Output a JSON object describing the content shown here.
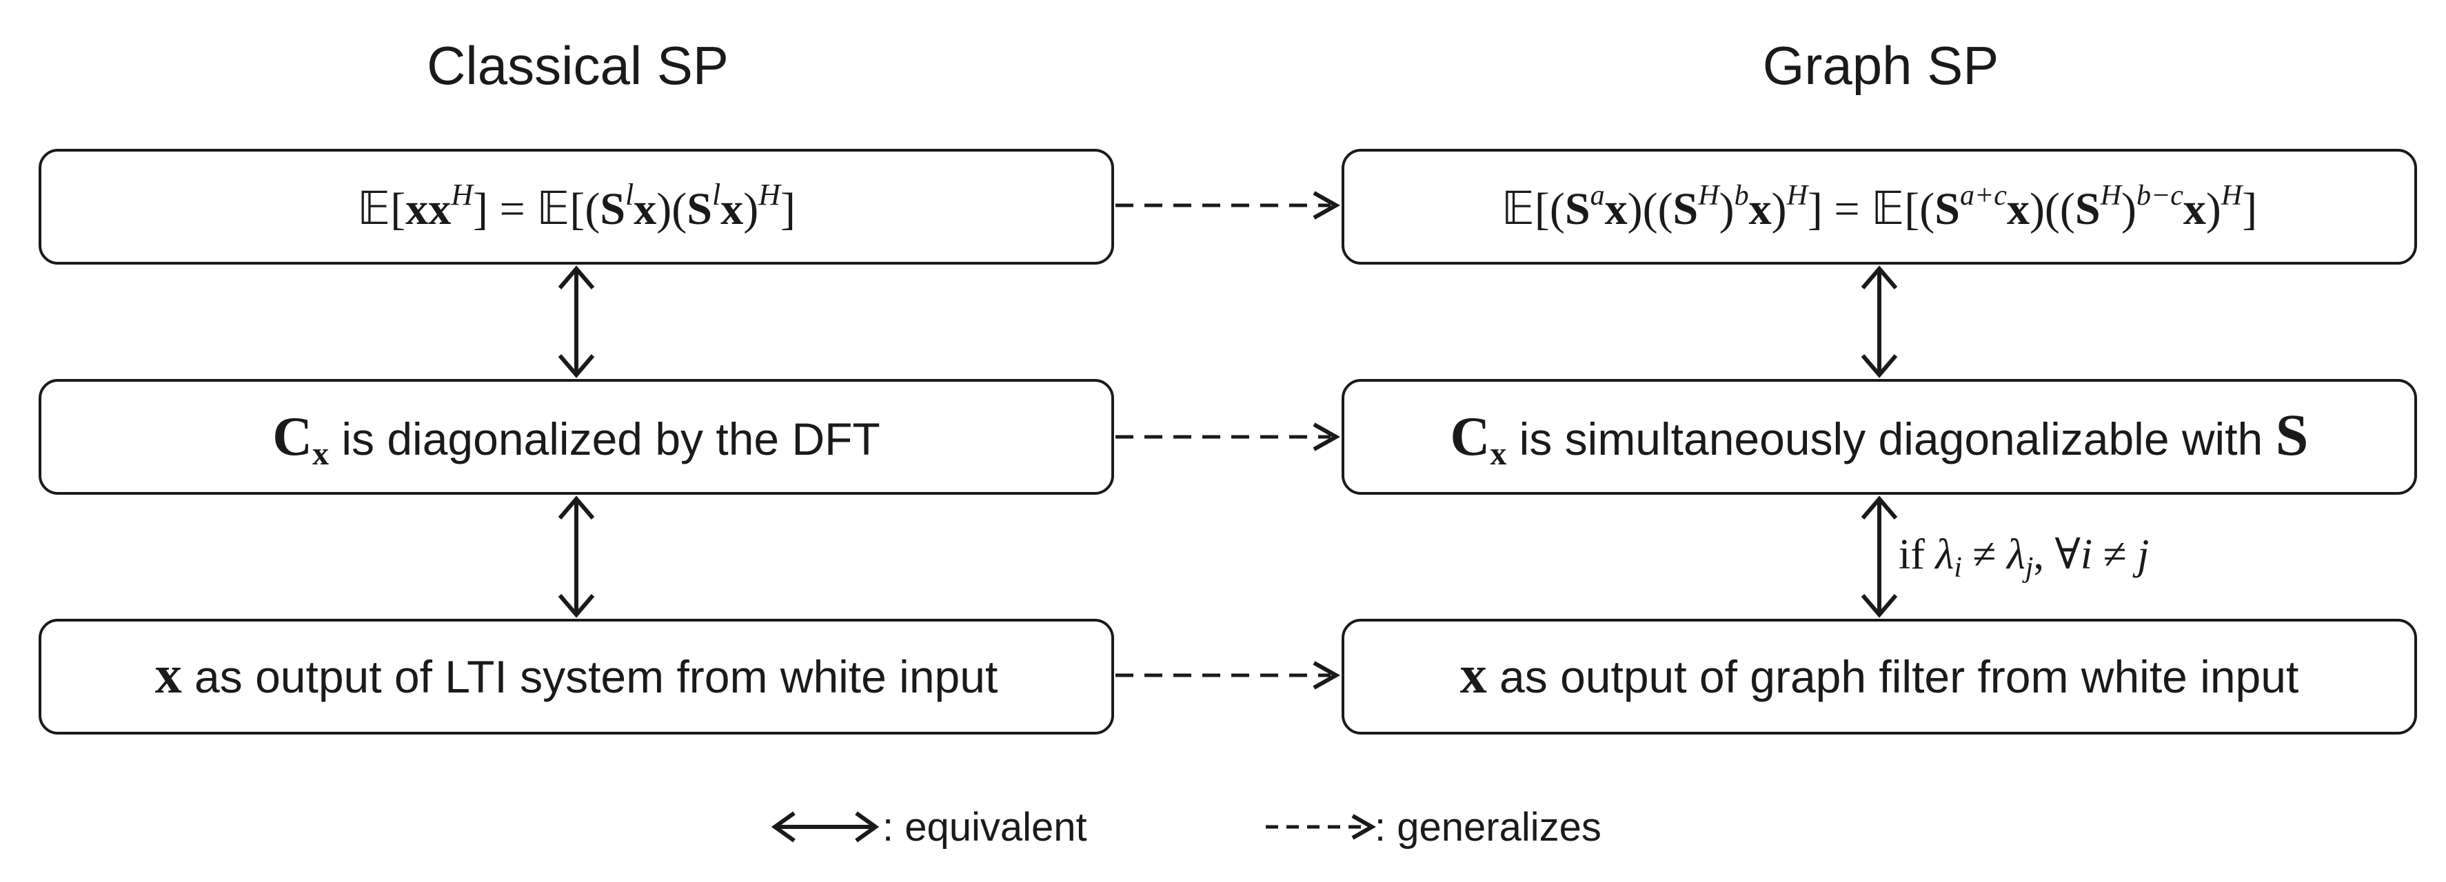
{
  "headings": {
    "left": "Classical SP",
    "right": "Graph SP"
  },
  "left_boxes": {
    "row1_math": "𝔼[xx^H] = 𝔼[(S^l x)(S^l x)^H]",
    "row2_symbol": "C",
    "row2_subscript": "x",
    "row2_text": " is diagonalized by the DFT",
    "row3_symbol": "x",
    "row3_text": " as output of LTI system from white input"
  },
  "right_boxes": {
    "row1_math": "𝔼[(S^a x)((S^H)^b x)^H] = 𝔼[(S^(a+c) x)((S^H)^(b−c) x)^H]",
    "row2_symbol": "C",
    "row2_subscript": "x",
    "row2_text": " is simultaneously diagonalizable with ",
    "row2_symbol_end": "S",
    "row3_symbol": "x",
    "row3_text": " as output of graph filter from white input"
  },
  "condition": {
    "prefix": "if ",
    "lambda": "λ",
    "i": "i",
    "neq": " ≠ ",
    "j": "j",
    "comma": ", ",
    "forall": "∀",
    "i2": "i",
    "neq2": " ≠ ",
    "j2": "j"
  },
  "legend": {
    "equivalent": ": equivalent",
    "generalizes": ": generalizes"
  }
}
